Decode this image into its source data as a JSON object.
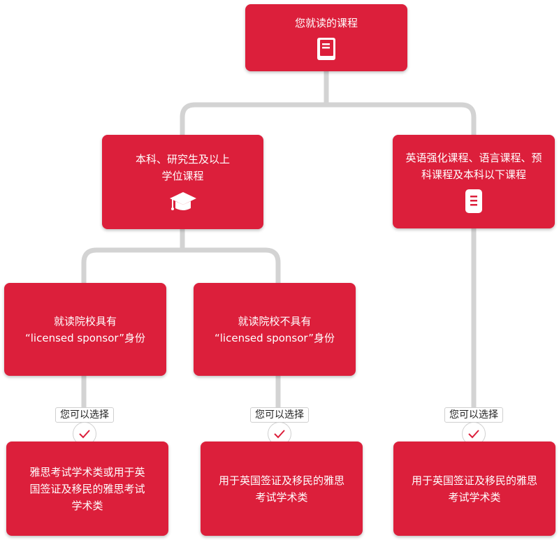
{
  "root": {
    "label": "您就读的课程",
    "icon": "book-icon"
  },
  "degree": {
    "lines": [
      "本科、研究生及以上",
      "学位课程"
    ],
    "icon": "graduation-cap-icon"
  },
  "language": {
    "lines": [
      "英语强化课程、语言课程、预",
      "科课程及本科以下课程"
    ],
    "icon": "document-icon"
  },
  "licensed": {
    "lines": [
      "就读院校具有",
      "“licensed sponsor”身份"
    ]
  },
  "not_licensed": {
    "lines": [
      "就读院校不具有",
      "“licensed sponsor”身份"
    ]
  },
  "choice_label": "您可以选择",
  "check_icon": "checkmark-icon",
  "results": [
    {
      "lines": [
        "雅思考试学术类或用于英",
        "国签证及移民的雅思考试",
        "学术类"
      ]
    },
    {
      "lines": [
        "用于英国签证及移民的雅思",
        "考试学术类"
      ]
    },
    {
      "lines": [
        "用于英国签证及移民的雅思",
        "考试学术类"
      ]
    }
  ],
  "colors": {
    "box": "#dc1f3b",
    "connector": "#d3d3d3",
    "text": "#ffffff"
  }
}
